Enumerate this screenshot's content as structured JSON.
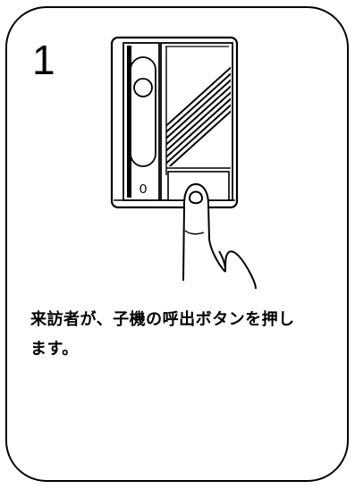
{
  "step": {
    "number": "1"
  },
  "figure": {
    "intercom_label": "0"
  },
  "caption": {
    "line1": "来訪者が、子機の呼出ボタンを押し",
    "line2": "ます。"
  }
}
